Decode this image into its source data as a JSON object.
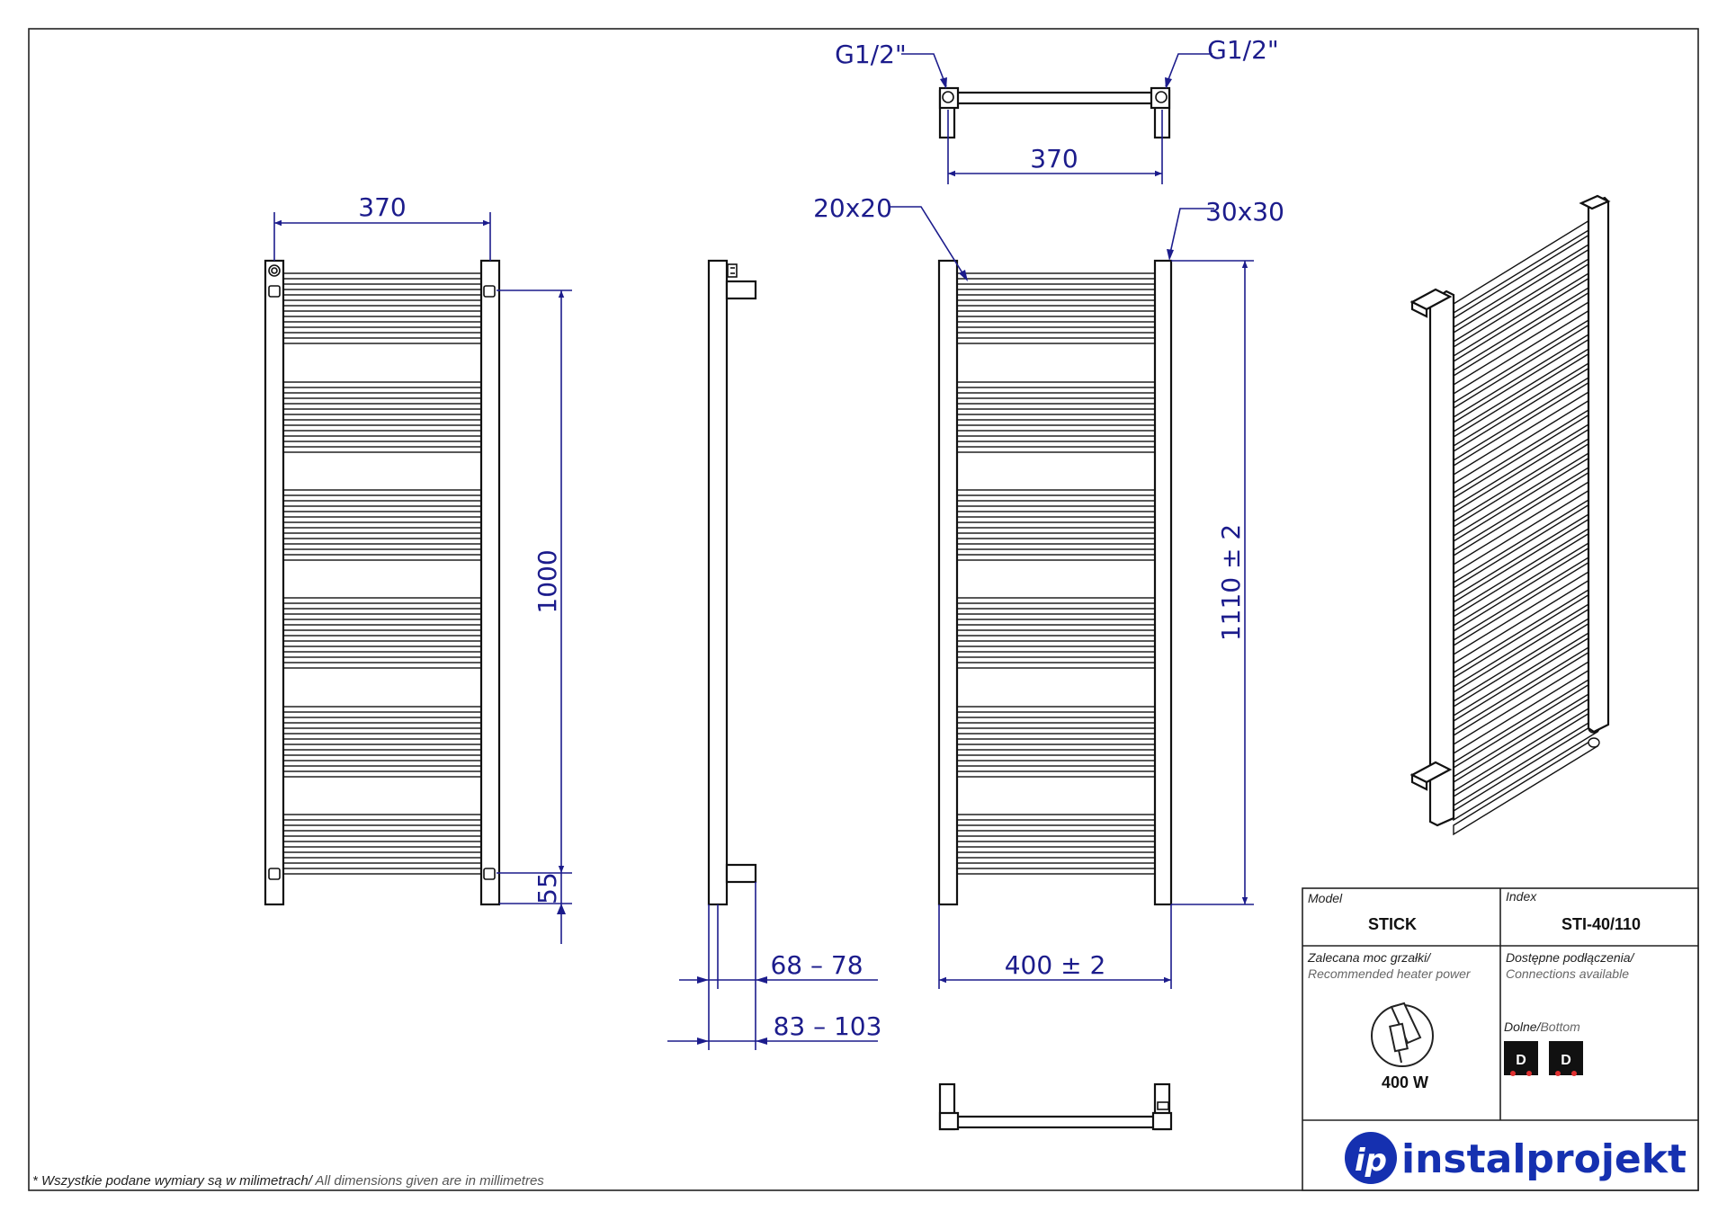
{
  "dimensions": {
    "front_width": "370",
    "top_width": "370",
    "connection_left": "G1/2\"",
    "connection_right": "G1/2\"",
    "spacing_1000": "1000",
    "spacing_55": "55",
    "side_depth_1": "68 – 78",
    "side_depth_2": "83 – 103",
    "tube_small": "20x20",
    "tube_large": "30x30",
    "height": "1110  ± 2",
    "width_total": "400  ± 2"
  },
  "title_block": {
    "model_label": "Model",
    "model_value": "STICK",
    "index_label": "Index",
    "index_value": "STI-40/110",
    "power_label_pl": "Zalecana moc grzałki/",
    "power_label_en": "Recommended heater power",
    "power_value": "400 W",
    "connections_label_pl": "Dostępne podłączenia/",
    "connections_label_en": "Connections available",
    "bottom_label_pl": "Dolne/",
    "bottom_label_en": "Bottom",
    "connection_badge_1": "D",
    "connection_badge_2": "D",
    "logo_text": "instalprojekt",
    "logo_mark": "ip"
  },
  "footnote": {
    "pl": "* Wszystkie podane wymiary są w milimetrach/",
    "en": " All dimensions given are in millimetres"
  },
  "colors": {
    "dimension": "#1c1c8c",
    "brand": "#1530b0",
    "line": "#111111"
  }
}
